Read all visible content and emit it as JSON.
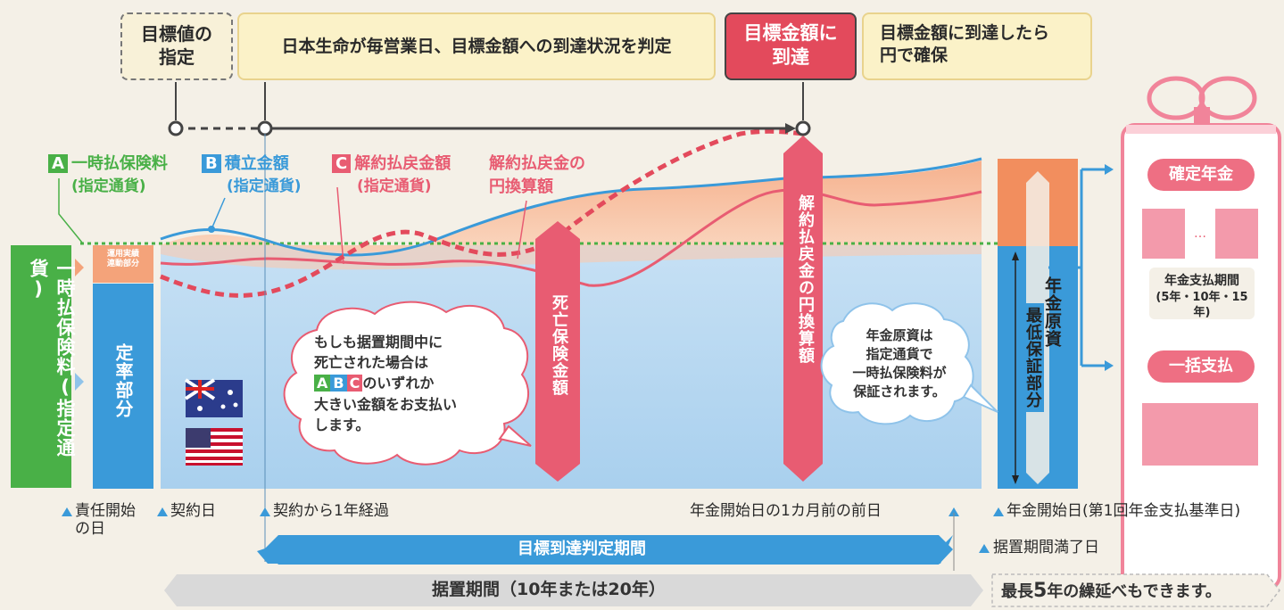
{
  "callouts": {
    "target_set": "目標値の\n指定",
    "daily_check": "日本生命が毎営業日、目標金額への到達状況を判定",
    "reached": "目標金額に\n到達",
    "secure_yen": "目標金額に到達したら\n円で確保"
  },
  "legend": {
    "a_badge": "A",
    "a_label": "一時払保険料",
    "a_sub": "(指定通貨)",
    "b_badge": "B",
    "b_label": "積立金額",
    "b_sub": "(指定通貨)",
    "c_badge": "C",
    "c_label": "解約払戻金額",
    "c_sub": "(指定通貨)",
    "d_label": "解約払戻金の",
    "d_sub": "円換算額"
  },
  "left_bar": {
    "premium": "一時払保険料(指定通貨)"
  },
  "column": {
    "variable": "運用実績\n連動部分",
    "fixed": "定率部分"
  },
  "arrows": {
    "death": "死亡保険金額",
    "surrender_yen": "解約払戻金の円換算額"
  },
  "bubbles": {
    "death_note_1": "もしも据置期間中に",
    "death_note_2": "死亡された場合は",
    "death_note_3": "のいずれか",
    "death_note_4": "大きい金額をお支払い",
    "death_note_5": "します。",
    "badge_a": "A",
    "badge_b": "B",
    "badge_c": "C",
    "guarantee": "年金原資は\n指定通貨で\n一時払保険料が\n保証されます。"
  },
  "annuity": {
    "min_guarantee": "最低保証部分",
    "fund": "年金原資"
  },
  "gift": {
    "fixed_annuity": "確定年金",
    "period": "年金支払期間",
    "period_options": "(5年・10年・15年)",
    "lump_sum": "一括支払"
  },
  "timeline": {
    "start": "責任開始\nの日",
    "contract": "契約日",
    "one_year": "契約から1年経過",
    "before_start": "年金開始日の1カ月前の前日",
    "annuity_start": "年金開始日(第1回年金支払基準日)",
    "deferral_end": "据置期間満了日",
    "judgement": "目標到達判定期間",
    "deferral": "据置期間（10年または20年）",
    "extend_pre": "最長",
    "extend_num": "5",
    "extend_post": "年の繰延べもできます。"
  },
  "colors": {
    "green": "#49b047",
    "blue": "#3a9ad9",
    "pink": "#e85c72",
    "orange": "#f4a37a",
    "red": "#e34a5c"
  }
}
